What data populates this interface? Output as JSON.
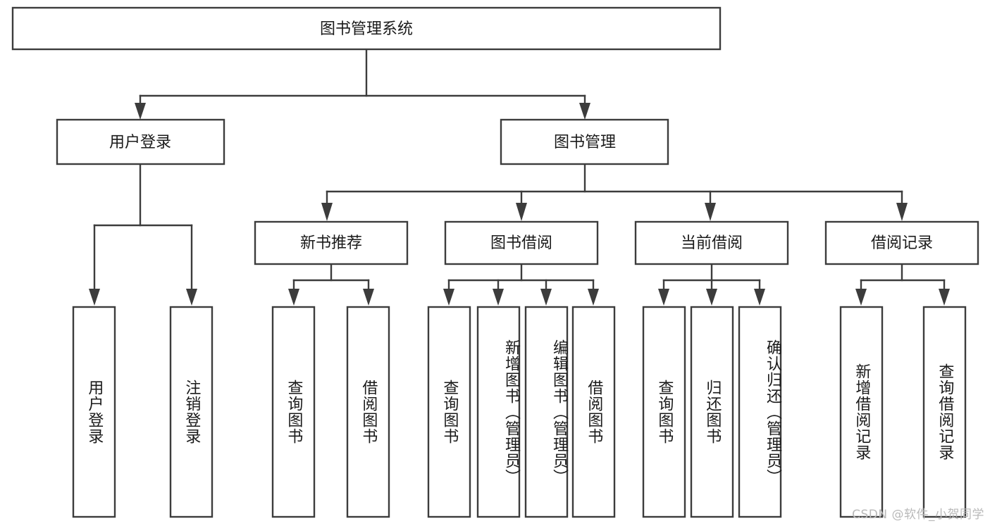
{
  "diagram": {
    "type": "tree-hierarchy-chart",
    "title": "图书管理系统",
    "root": {
      "id": "root",
      "label": "图书管理系统"
    },
    "level2": [
      {
        "id": "user-login",
        "label": "用户登录"
      },
      {
        "id": "book-manage",
        "label": "图书管理"
      }
    ],
    "level3": [
      {
        "id": "new-book-recommend",
        "label": "新书推荐",
        "parent": "book-manage"
      },
      {
        "id": "book-borrow",
        "label": "图书借阅",
        "parent": "book-manage"
      },
      {
        "id": "current-borrow",
        "label": "当前借阅",
        "parent": "book-manage"
      },
      {
        "id": "borrow-record",
        "label": "借阅记录",
        "parent": "book-manage"
      }
    ],
    "leaves": {
      "user-login": [
        {
          "id": "leaf-user-login",
          "label": "用户登录"
        },
        {
          "id": "leaf-user-logout",
          "label": "注销登录"
        }
      ],
      "new-book-recommend": [
        {
          "id": "leaf-query-book-1",
          "label": "查询图书"
        },
        {
          "id": "leaf-borrow-book-1",
          "label": "借阅图书"
        }
      ],
      "book-borrow": [
        {
          "id": "leaf-query-book-2",
          "label": "查询图书"
        },
        {
          "id": "leaf-add-book",
          "label": "新增图书（管理员）"
        },
        {
          "id": "leaf-edit-book",
          "label": "编辑图书（管理员）"
        },
        {
          "id": "leaf-borrow-book-2",
          "label": "借阅图书"
        }
      ],
      "current-borrow": [
        {
          "id": "leaf-query-book-3",
          "label": "查询图书"
        },
        {
          "id": "leaf-return-book",
          "label": "归还图书"
        },
        {
          "id": "leaf-confirm-return",
          "label": "确认归还（管理员）"
        }
      ],
      "borrow-record": [
        {
          "id": "leaf-add-record",
          "label": "新增借阅记录"
        },
        {
          "id": "leaf-query-record",
          "label": "查询借阅记录"
        }
      ]
    },
    "watermark": "CSDN @软件_小贺同学",
    "colors": {
      "box_stroke": "#3c3c3c",
      "box_fill": "#ffffff",
      "text": "#1a1a1a",
      "background": "#ffffff",
      "watermark": "#b9b9b9"
    }
  }
}
